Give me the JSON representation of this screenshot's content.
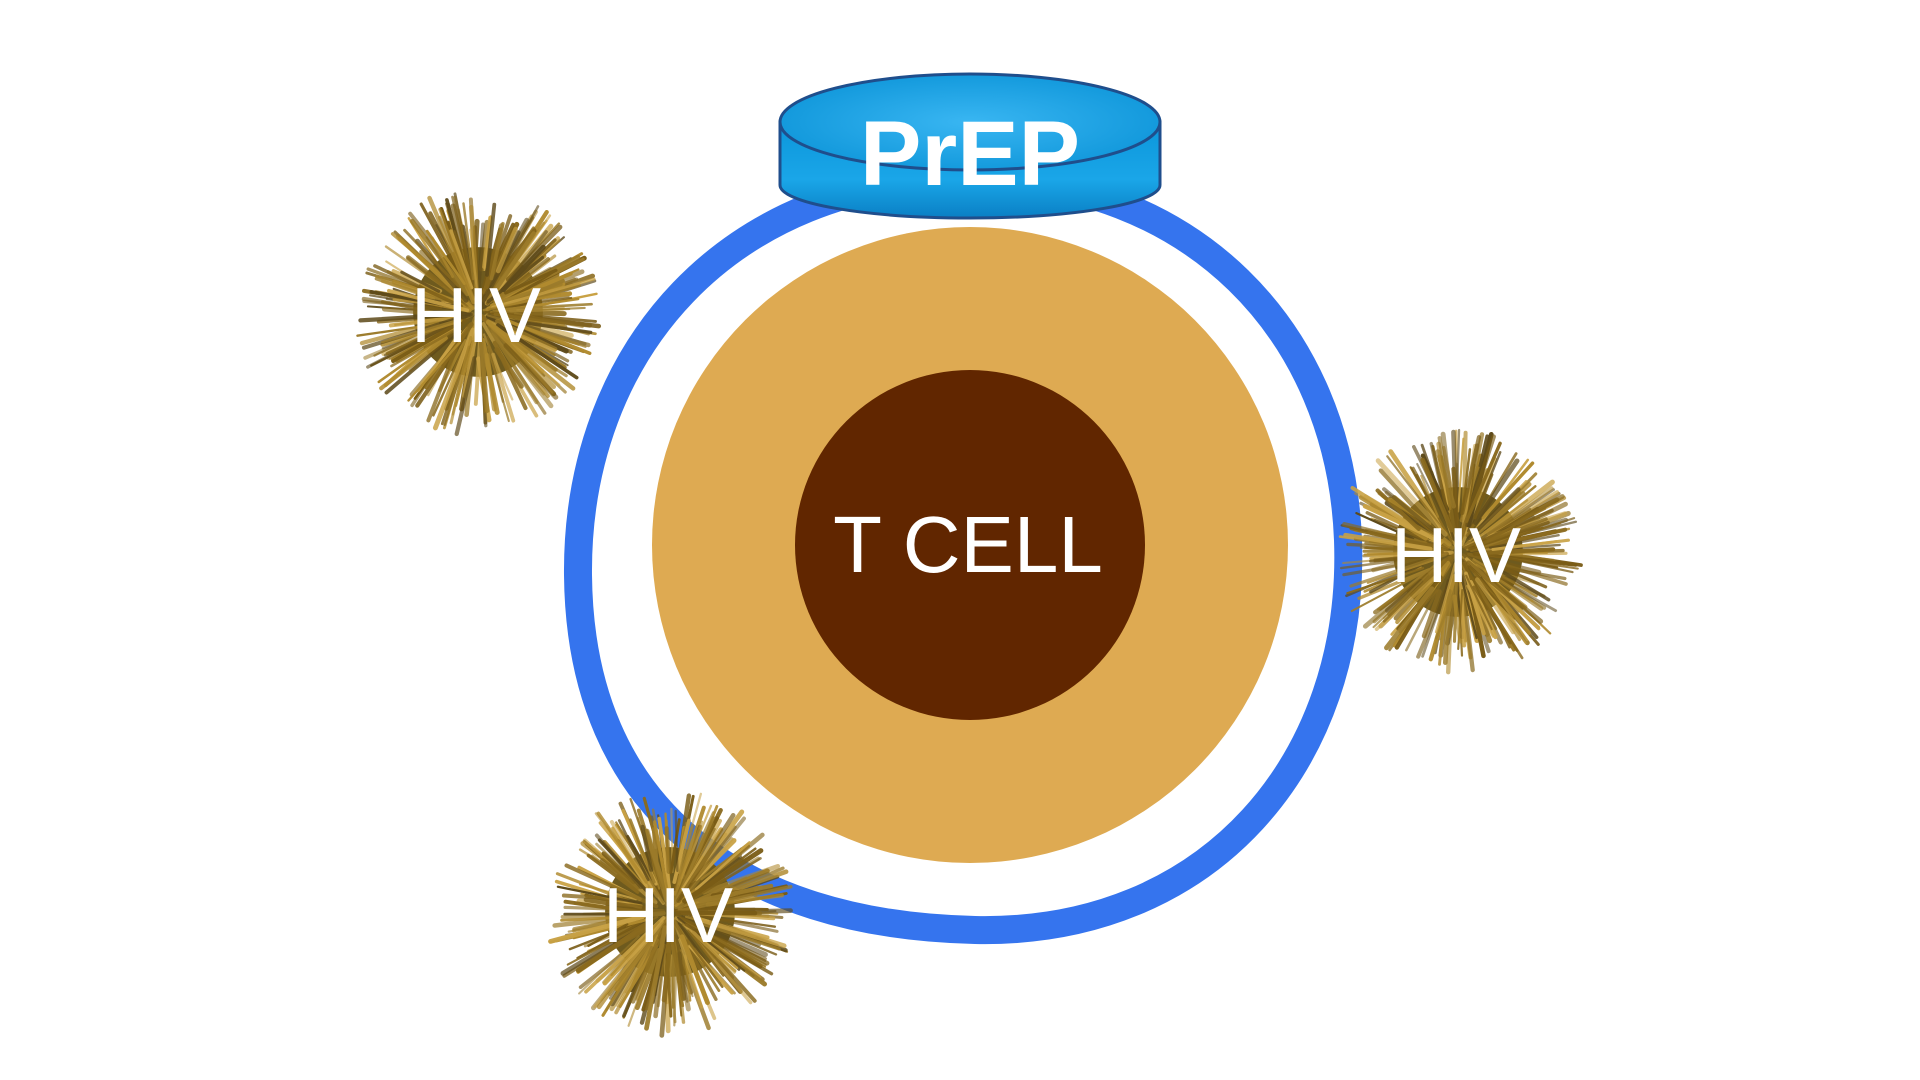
{
  "labels": {
    "prep": "PrEP",
    "t_cell": "T CELL",
    "hiv_virus_left": "HIV",
    "hiv_virus_right": "HIV",
    "hiv_virus_bottom": "HIV"
  },
  "colors": {
    "background": "#ffffff",
    "membrane_ring": "#3574EE",
    "cytoplasm": "#DEAA52",
    "nucleus": "#612600",
    "prep_cap_top": "#1A9BDB",
    "prep_cap_side": "#0A8FD6",
    "prep_cap_outline": "#1F4E8C",
    "virus_core": "#6E5A1E",
    "virus_spikes": [
      "#8A6A1E",
      "#B08A2E",
      "#5E4A1A",
      "#C9A245",
      "#7A5C16",
      "#9C7B2A"
    ],
    "label_text": "#ffffff"
  },
  "icons": {
    "virus": "hiv-virus-icon",
    "cap": "prep-cap-icon"
  }
}
